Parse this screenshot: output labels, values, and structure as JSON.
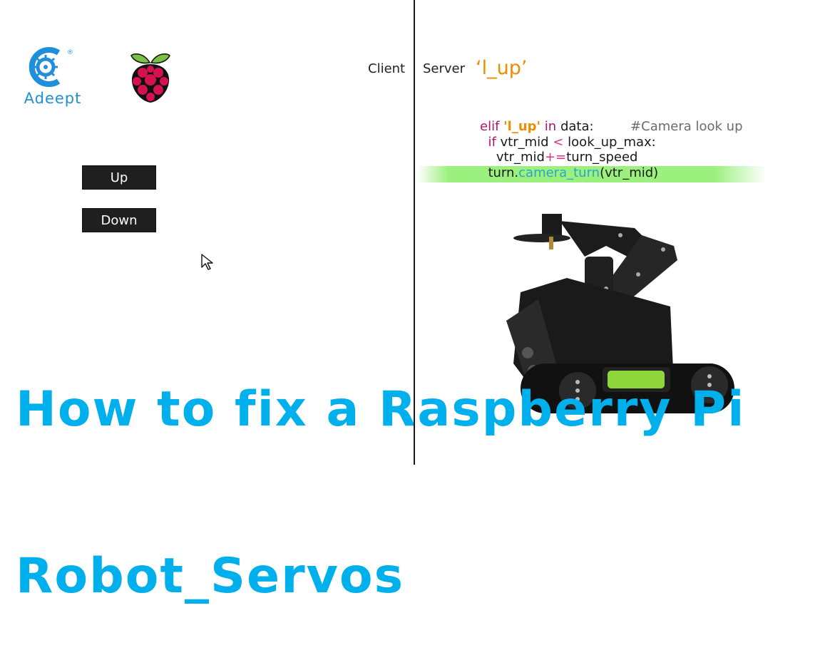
{
  "client": {
    "label": "Client",
    "logos": {
      "brand_text": "Adeept",
      "brand_mark": "®",
      "brand_color": "#1f8fdc",
      "secondary_logo": "raspberry-pi-icon"
    },
    "buttons": [
      {
        "label": "Up"
      },
      {
        "label": "Down"
      }
    ],
    "cursor": "arrow-pointer-icon"
  },
  "server": {
    "label": "Server",
    "command": "‘l_up’",
    "command_color": "#f08c00",
    "code": {
      "line1": {
        "kw": "elif",
        "str": "'l_up'",
        "kw2": "in",
        "rest": "data:",
        "comment": "#Camera look up"
      },
      "line2": {
        "kw": "if",
        "rest1": "vtr_mid",
        "op": "<",
        "rest2": "look_up_max:"
      },
      "line3": {
        "rest1": "vtr_mid",
        "op": "+=",
        "rest2": "turn_speed"
      },
      "line4": {
        "obj": "turn.",
        "fn": "camera_turn",
        "args": "(vtr_mid)"
      }
    },
    "highlight_color": "#9cf07e",
    "image": "robot-tank-with-arm"
  },
  "title": {
    "line1": "How to fix a Raspberry Pi",
    "line2": "Robot_Servos",
    "color": "#00b0ec"
  }
}
